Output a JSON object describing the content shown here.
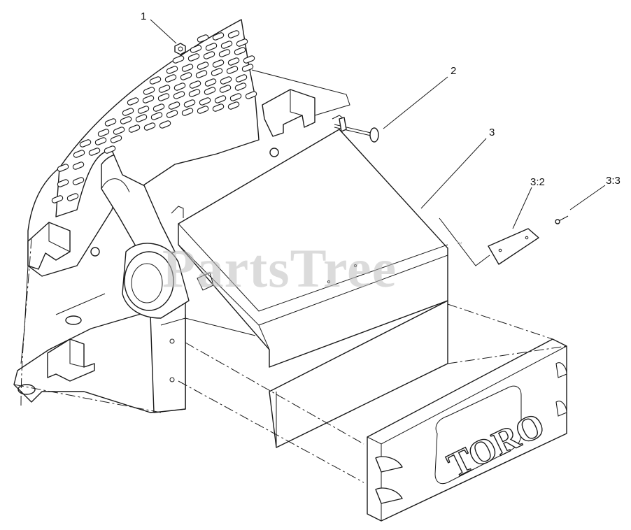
{
  "callouts": [
    {
      "id": "1",
      "label": "1"
    },
    {
      "id": "2",
      "label": "2"
    },
    {
      "id": "3",
      "label": "3"
    },
    {
      "id": "3-2",
      "label": "3:2"
    },
    {
      "id": "3-3",
      "label": "3:3"
    }
  ],
  "watermark": {
    "text": "PartsTree",
    "trademark": "™"
  },
  "weight_brand": "TORO"
}
